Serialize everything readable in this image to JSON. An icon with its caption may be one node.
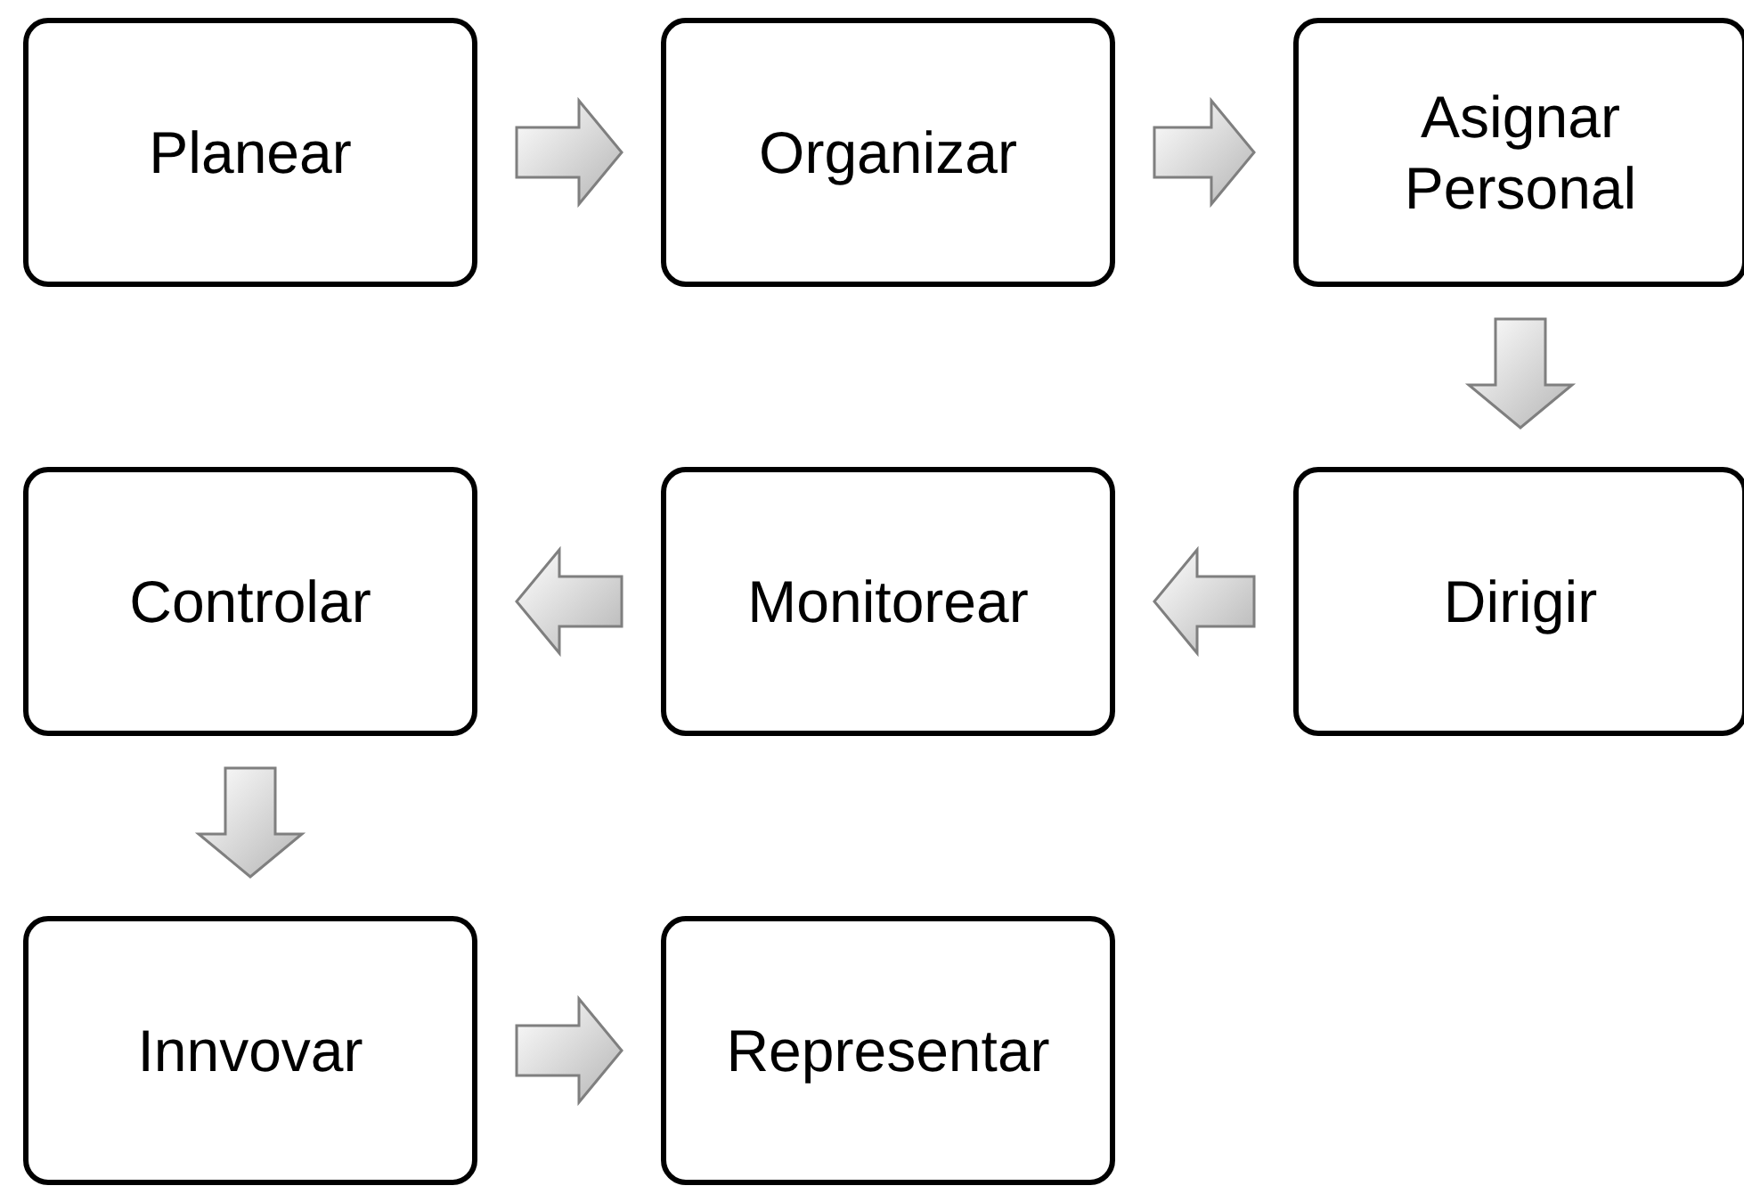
{
  "diagram": {
    "nodes": [
      {
        "text": [
          "Planear"
        ]
      },
      {
        "text": [
          "Organizar"
        ]
      },
      {
        "text": [
          "Asignar Personal"
        ]
      },
      {
        "text": [
          "Dirigir"
        ]
      },
      {
        "text": [
          "Monitorear"
        ]
      },
      {
        "text": [
          "Controlar"
        ]
      },
      {
        "text": [
          "Innvovar"
        ]
      },
      {
        "text": [
          "Representar"
        ]
      }
    ],
    "edges": [
      {
        "from": 0,
        "to": 1,
        "arrow": "to"
      },
      {
        "from": 1,
        "to": 2,
        "arrow": "to"
      },
      {
        "from": 2,
        "to": 3,
        "arrow": "to"
      },
      {
        "from": 3,
        "to": 4,
        "arrow": "to"
      },
      {
        "from": 4,
        "to": 5,
        "arrow": "to"
      },
      {
        "from": 5,
        "to": 6,
        "arrow": "to"
      },
      {
        "from": 6,
        "to": 7,
        "arrow": "to"
      }
    ]
  }
}
